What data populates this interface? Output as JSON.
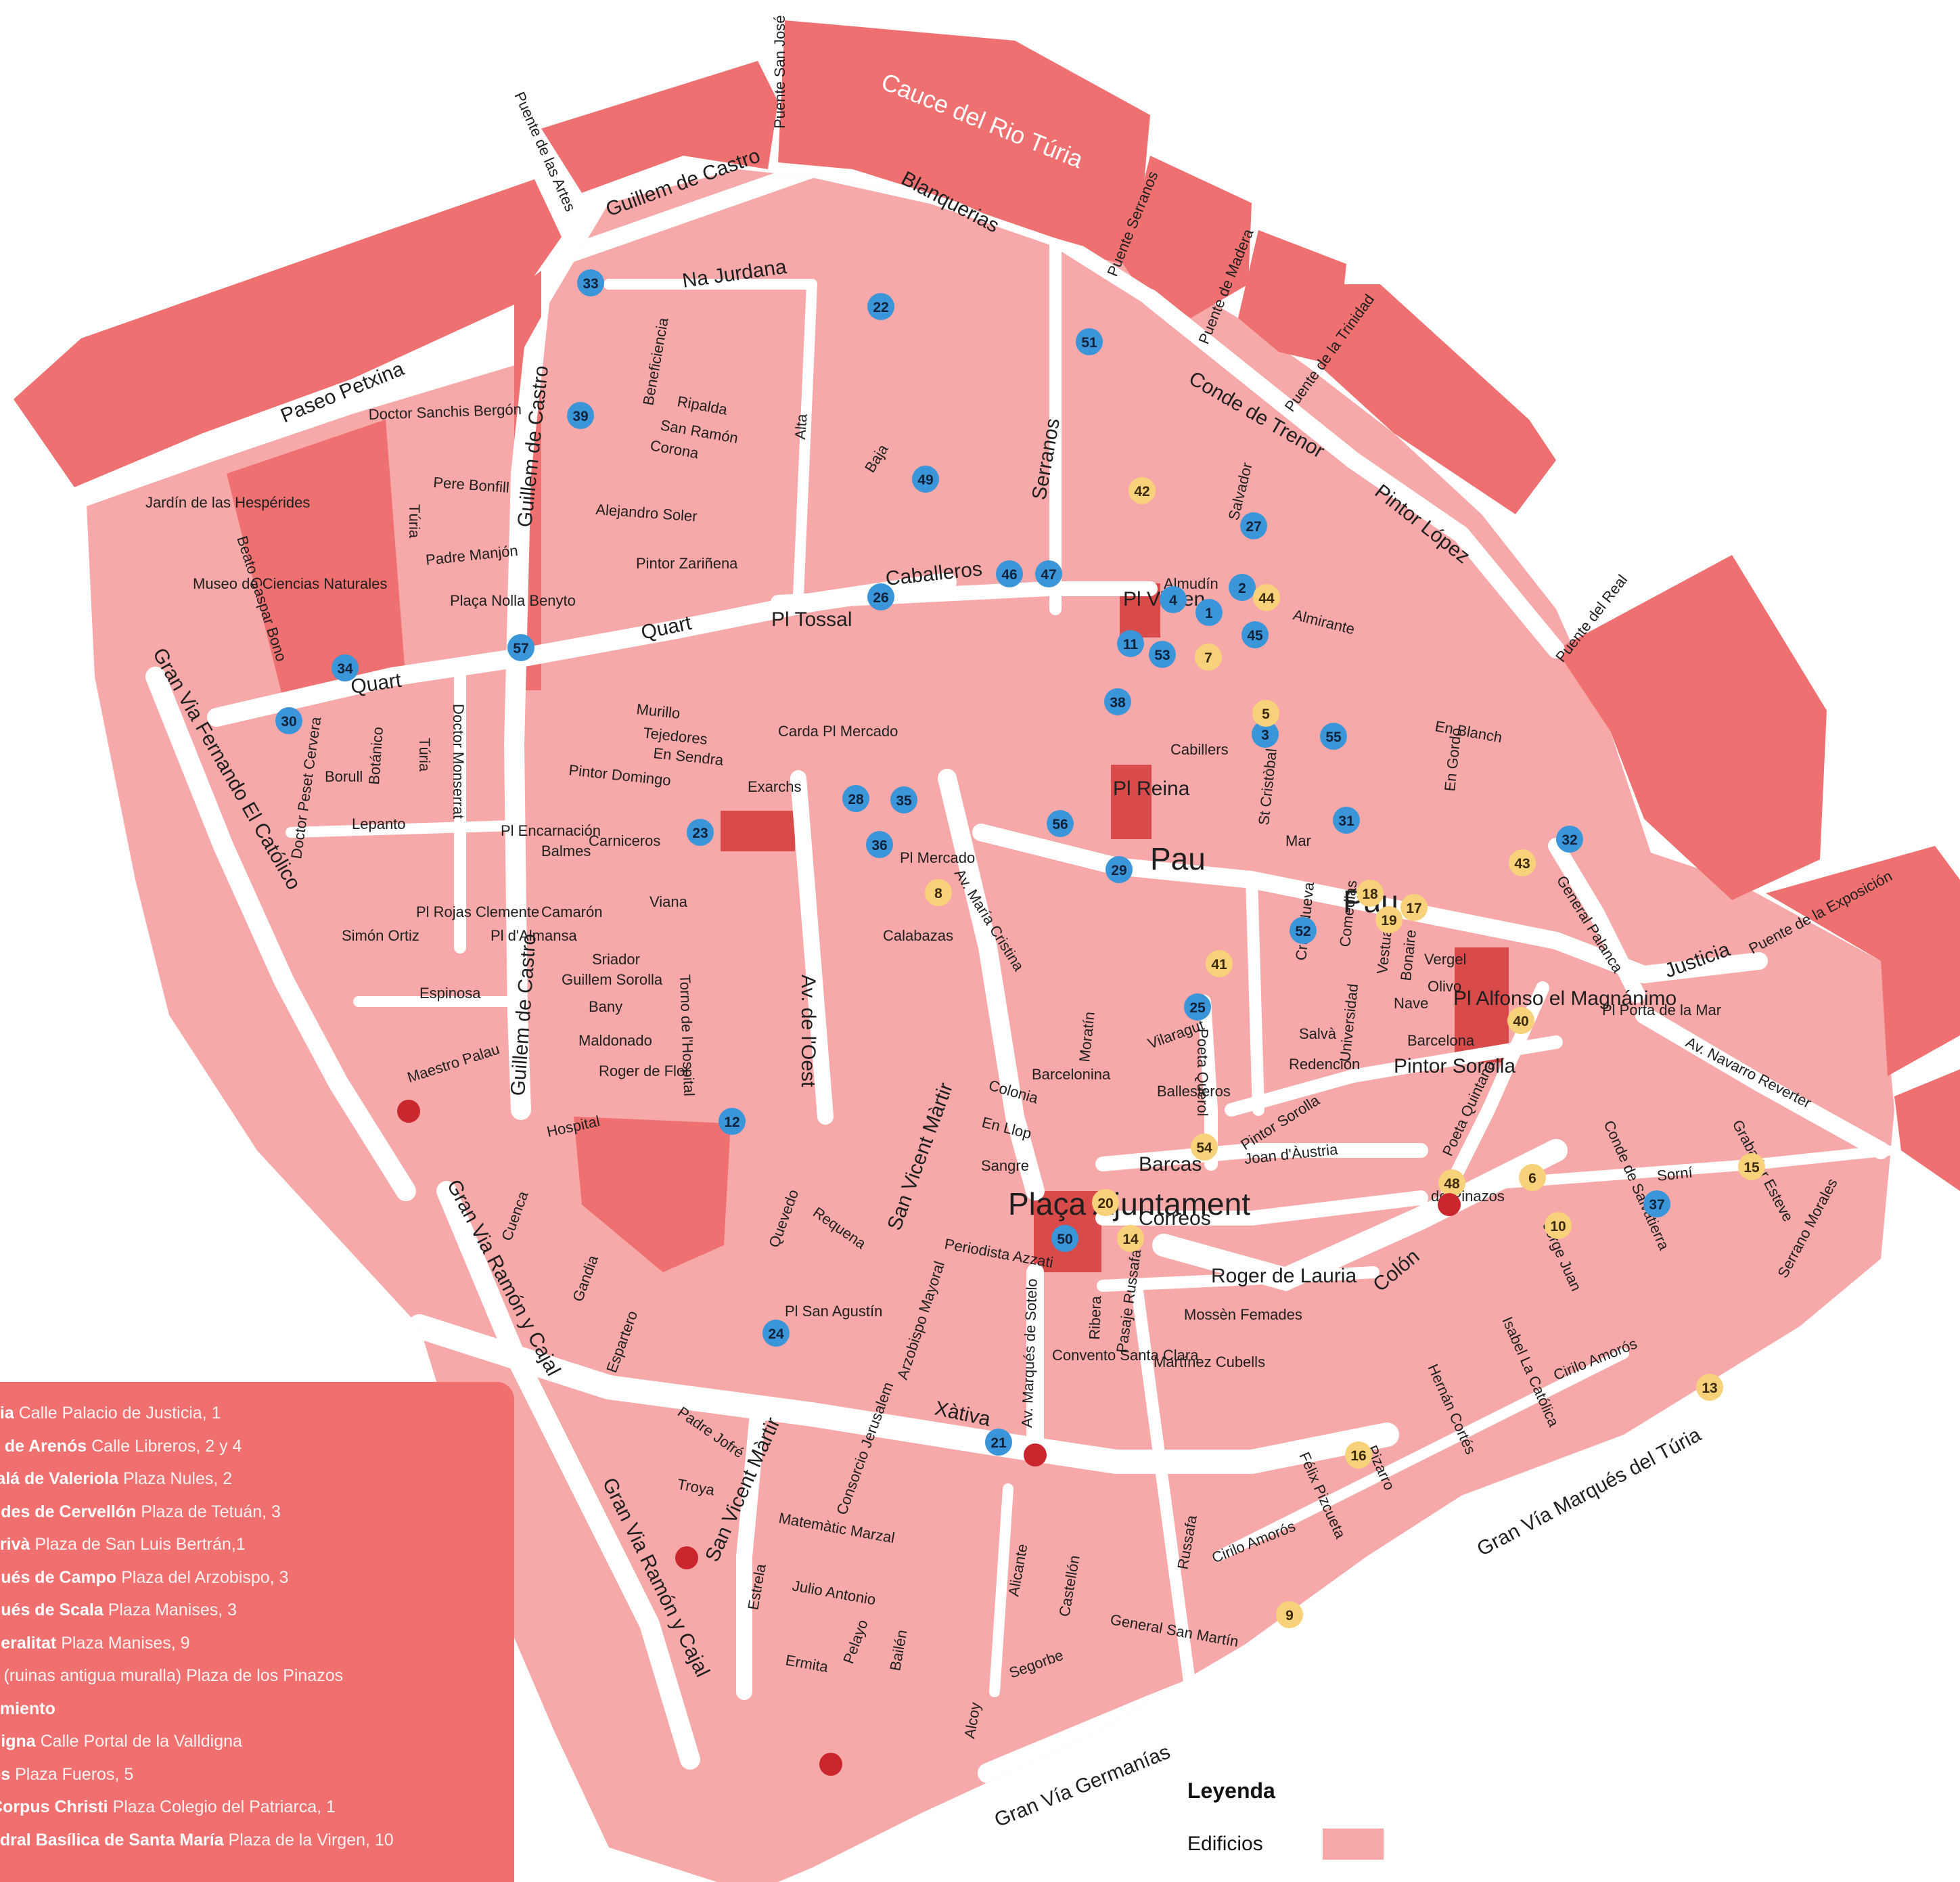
{
  "colors": {
    "building": "#f7a9a9",
    "garden": "#ef7070",
    "street": "#ffffff",
    "blue_marker": "#3a95d9",
    "yellow_marker": "#f7d27a",
    "metro": "#c9262e",
    "panel": "#f07070"
  },
  "rivers": {
    "cauce": "Cauce del Rio Túria"
  },
  "streets": {
    "guillem_de_castro_n": "Guillem de Castro",
    "guillem_de_castro_w": "Guillem de Castro",
    "guillem_de_castro_s": "Guillem de Castro",
    "blanquerias": "Blanquerias",
    "na_jurdana": "Na Jurdana",
    "paseo_petxina": "Paseo Petxina",
    "puente_de_las_artes": "Puente de las Artes",
    "puente_san_jose": "Puente San José",
    "puente_serranos": "Puente Serranos",
    "puente_de_madera": "Puente de Madera",
    "puente_de_la_trinidad": "Puente de la Trinidad",
    "conde_de_trenor": "Conde de Trenor",
    "pintor_lopez": "Pintor López",
    "puente_del_real": "Puente del Real",
    "puente_de_la_exposicion": "Puente de la Exposición",
    "gran_via_fernando": "Gran Via Fernando El Católico",
    "gran_via_ramon_1": "Gran Via Ramón y Cajal",
    "gran_via_ramon_2": "Gran Via Ramón y Cajal",
    "gran_via_germanias": "Gran Vía Germanías",
    "gran_via_marques_turia": "Gran Vía Marqués del Túria",
    "quart": "Quart",
    "quart_w": "Quart",
    "caballeros": "Caballeros",
    "serranos": "Serranos",
    "pau": "Pau",
    "pau_2": "Pau",
    "xativa": "Xàtiva",
    "colon": "Colón",
    "correos": "Correos",
    "barcas": "Barcas",
    "roger_de_lauria": "Roger de Lauria",
    "san_vicent_martir_n": "San Vicent Màrtir",
    "san_vicent_martir_s": "San Vicent Màrtir",
    "av_de_loest": "Av. de l'Oest",
    "av_maria_cristina": "Av. María Cristina",
    "pintor_sorolla": "Pintor Sorolla",
    "pintor_sorolla_2": "Pintor Sorolla",
    "justicia": "Justicia",
    "general_palanca": "General Palanca",
    "av_navarro_reverter": "Av. Navarro Reverter",
    "poeta_querol": "Poeta Querol",
    "poeta_quintana": "Poeta Quintana",
    "doctor_monserrat": "Doctor Monserrat",
    "turia": "Túria",
    "turia_2": "Túria",
    "almirante": "Almirante",
    "almudin": "Almudín",
    "salvador": "Salvador",
    "corona": "Corona",
    "ripalda": "Ripalda",
    "san_ramon": "San Ramón",
    "beneficiencia": "Beneficiencia",
    "padre_manjon": "Padre Manjón",
    "pere_bonfill": "Pere Bonfill",
    "doctor_sanchis_bergon": "Doctor Sanchis Bergón",
    "alta": "Alta",
    "baja": "Baja",
    "espinosa": "Espinosa",
    "maestro_palau": "Maestro Palau",
    "hospital": "Hospital",
    "cuenca": "Cuenca",
    "gandia": "Gandia",
    "espartero": "Espartero",
    "quevedo": "Quevedo",
    "requena": "Requena",
    "arzobispo_mayoral": "Arzobispo Mayoral",
    "av_marques_de_sotelo": "Av. Marqués de Sotelo",
    "padre_jofre": "Padre Jofré",
    "troya": "Troya",
    "consorcio_jerusalem": "Consorcio Jerusalem",
    "matematic_marzal": "Matemàtic Marzal",
    "julio_antonio": "Julio Antonio",
    "estrela": "Estrela",
    "pelayo": "Pelayo",
    "bailen": "Bailén",
    "ermita": "Ermita",
    "alicante": "Alicante",
    "castellon": "Castellón",
    "segorbe": "Segorbe",
    "alcoy": "Alcoy",
    "general_san_martin": "General San Martín",
    "russafa": "Russafa",
    "cirilo_amoros": "Cirilo Amorós",
    "cirilo_amoros_2": "Cirilo Amorós",
    "felix_pizcueta": "Félix Pizcueta",
    "pizarro": "Pizarro",
    "hernan_cortes": "Hernán Cortés",
    "isabel_la_catolica": "Isabel La Católica",
    "jorge_juan": "Jorge Juan",
    "conde_de_salvatierra": "Conde de Salvatierra",
    "sorni": "Sorní",
    "grabador_esteve": "Grabador Esteve",
    "serrano_morales": "Serrano Morales",
    "joan_daustria": "Joan d'Àustria",
    "borull": "Borull",
    "lepanto": "Lepanto",
    "botanico": "Botánico",
    "doctor_peset_cervera": "Doctor Peset Cervera",
    "alejandro_soler": "Alejandro Soler",
    "pintor_zariñena": "Pintor Zariñena",
    "camarón": "Camarón",
    "balmes": "Balmes",
    "murillo": "Murillo",
    "tejedores": "Tejedores",
    "en_sendra": "En Sendra",
    "pintor_domingo": "Pintor Domingo",
    "exarchs": "Exarchs",
    "calabazas": "Calabazas",
    "barcelonina": "Barcelonina",
    "moratin": "Moratín",
    "mossen_femades": "Mossèn Femades",
    "martinez_cubells": "Martínez Cubells",
    "convento_santa_clara": "Convento Santa Clara",
    "paz_2": "Pau",
    "cabillers": "Cabillers",
    "mar": "Mar",
    "cruz_nueva": "Cruz Nueva",
    "st_cristobal": "St Cristòbal",
    "en_gordo": "En Gordo",
    "en_bou": "En Blanch",
    "barcelona": "Barcelona",
    "salva": "Salvà",
    "redención": "Redención",
    "universidad": "Universidad",
    "comedias": "Comedias",
    "bonaire": "Bonaire",
    "vestuario": "Vestuario",
    "nave": "Nave",
    "olivo": "Olivo",
    "vergel": "Vergel",
    "ballesteros": "Ballesteros",
    "vilaragut": "Vilaragut",
    "jardin_hesperides": "Jardín de las Hespérides",
    "museo_ciencias": "Museo de Ciencias Naturales",
    "beato_gaspar_bono": "Beato Gaspar Bono",
    "simon_ortiz": "Simón Ortiz",
    "pl_dalmansa": "Pl d'Almansa",
    "pl_rojas_clemente": "Pl Rojas Clemente",
    "pl_encarnacion": "Pl Encarnación",
    "pl_virgen": "Pl Virgen",
    "pl_tossal": "Pl Tossal",
    "pl_reina": "Pl Reina",
    "pl_alfonso": "Pl Alfonso el Magnánimo",
    "pl_porta_de_la_mar": "Pl Porta de la Mar",
    "placa_ajuntament": "Plaça Ajuntament",
    "pl_san_agustin": "Pl San Agustín",
    "pl_mercado": "Pl Mercado",
    "pl_mercado_2": "Carda Pl Mercado",
    "pl_nolla": "Plaça Nolla Benyto",
    "de_pinazos": "de Pinazos",
    "caballeros_2": "Caballeros",
    "saler": "Sriador",
    "guillem_sorolla": "Guillem Sorolla",
    "bany": "Bany",
    "maldonado": "Maldonado",
    "roger_de_flor": "Roger de Flor",
    "camicero": "Carniceros",
    "torno_hospital": "Torno de l'Hospital",
    "viana": "Viana",
    "en_llop": "En Llop",
    "sangre": "Sangre",
    "periodista_azzati": "Periodista Azzati",
    "colonia": "Colonia",
    "ribera": "Ribera",
    "pasaje_ruzafa": "Pasaje Russafa"
  },
  "markers": {
    "blue": [
      "33",
      "22",
      "51",
      "39",
      "49",
      "27",
      "26",
      "46",
      "47",
      "4",
      "2",
      "1",
      "45",
      "11",
      "53",
      "38",
      "3",
      "55",
      "34",
      "57",
      "30",
      "23",
      "28",
      "35",
      "36",
      "56",
      "29",
      "31",
      "32",
      "52",
      "25",
      "12",
      "50",
      "37",
      "24",
      "21"
    ],
    "yellow": [
      "42",
      "44",
      "7",
      "5",
      "8",
      "18",
      "19",
      "17",
      "43",
      "41",
      "40",
      "54",
      "20",
      "14",
      "48",
      "6",
      "10",
      "15",
      "13",
      "16",
      "9"
    ]
  },
  "legend_list": [
    {
      "name": "cia",
      "address": "Calle Palacio de Justicia, 1"
    },
    {
      "name": "il de Arenós",
      "address": "Calle Libreros, 2 y 4"
    },
    {
      "name": "talá de Valeriola",
      "address": "Plaza Nules, 2"
    },
    {
      "name": "ndes de Cervellón",
      "address": "Plaza de Tetuán, 3"
    },
    {
      "name": "crivà",
      "address": "Plaza de San Luis Bertrán,1"
    },
    {
      "name": "qués de Campo",
      "address": "Plaza del Arzobispo, 3"
    },
    {
      "name": "qués de Scala",
      "address": "Plaza Manises, 3"
    },
    {
      "name": "neralitat",
      "address": "Plaza Manises, 9"
    },
    {
      "name": "",
      "address": "s (ruinas antigua muralla) Plaza de los Pinazos"
    },
    {
      "name": "amiento",
      "address": ""
    },
    {
      "name": "digna",
      "address": "Calle Portal de la Valldigna"
    },
    {
      "name": "os",
      "address": "Plaza Fueros, 5"
    },
    {
      "name": "Corpus Christi",
      "address": "Plaza Colegio del Patriarca, 1"
    },
    {
      "name": "edral Basílica de Santa María",
      "address": "Plaza de la Virgen, 10"
    }
  ],
  "legend": {
    "title": "Leyenda",
    "buildings": "Edificios"
  }
}
